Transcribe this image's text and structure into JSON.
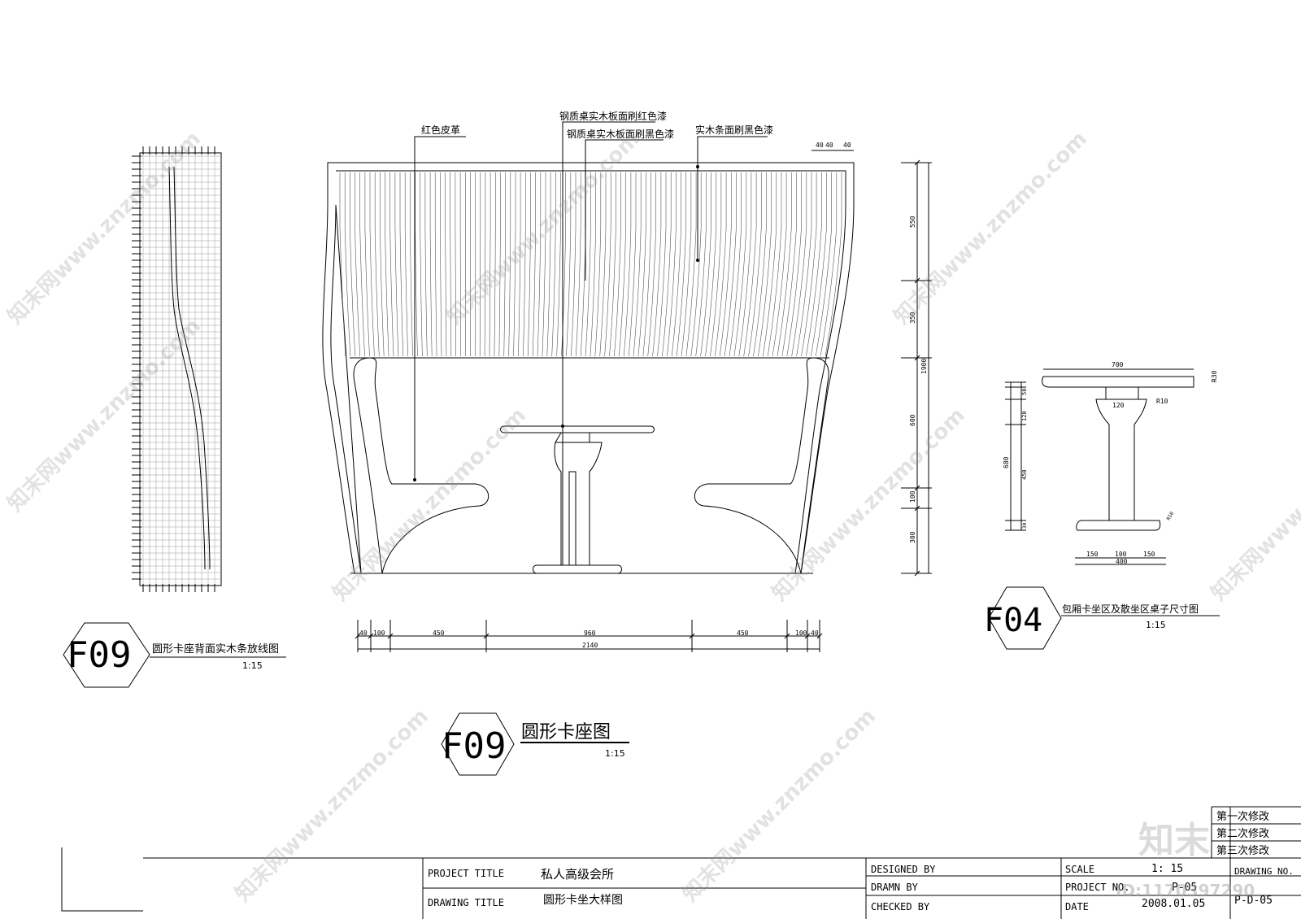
{
  "main": {
    "title": "圆形卡座图",
    "tag": "F09",
    "scale": "1:15",
    "labels": {
      "leather": "红色皮革",
      "table_red": "钢质桌实木板面刷红色漆",
      "table_black": "钢质桌实木板面刷黑色漆",
      "slats": "实木条面刷黑色漆"
    },
    "dims_bottom": [
      "40",
      "100",
      "450",
      "960",
      "450",
      "100",
      "40"
    ],
    "dim_total": "2140",
    "dims_right": [
      "550",
      "350",
      "600",
      "100",
      "300"
    ],
    "dim_height": "1900",
    "dims_top": [
      "40",
      "40",
      "40"
    ]
  },
  "left_detail": {
    "tag": "F09",
    "title": "圆形卡座背面实木条放线图",
    "scale": "1:15"
  },
  "right_detail": {
    "tag": "F04",
    "title": "包厢卡坐区及散坐区桌子尺寸图",
    "scale": "1:15",
    "dims": {
      "top": "700",
      "neck": "120",
      "r30": "R30",
      "r10": "R10",
      "r_small": "R10",
      "left_total": "680",
      "left_parts": [
        "50",
        "120",
        "450",
        "30"
      ],
      "base": [
        "150",
        "100",
        "150"
      ],
      "base_total": "400"
    }
  },
  "titleblock": {
    "project_label": "PROJECT  TITLE",
    "project_value": "私人高级会所",
    "drawing_label": "DRAWING TITLE",
    "drawing_value": "圆形卡坐大样图",
    "designed_by": "DESIGNED BY",
    "drawn_by": "DRAMN BY",
    "checked_by": "CHECKED BY",
    "scale_label": "SCALE",
    "scale_value": "1: 15",
    "project_no_label": "PROJECT NO.",
    "project_no_value": "P-05",
    "date_label": "DATE",
    "date_value": "2008.01.05",
    "drawing_no_label": "DRAWING NO.",
    "drawing_no_value": "P-D-05",
    "revisions": [
      "第一次修改",
      "第二次修改",
      "第三次修改"
    ]
  },
  "watermark": {
    "text": "知末网www.znzmo.com",
    "logo": "知末",
    "id": "ID:1170397290"
  }
}
